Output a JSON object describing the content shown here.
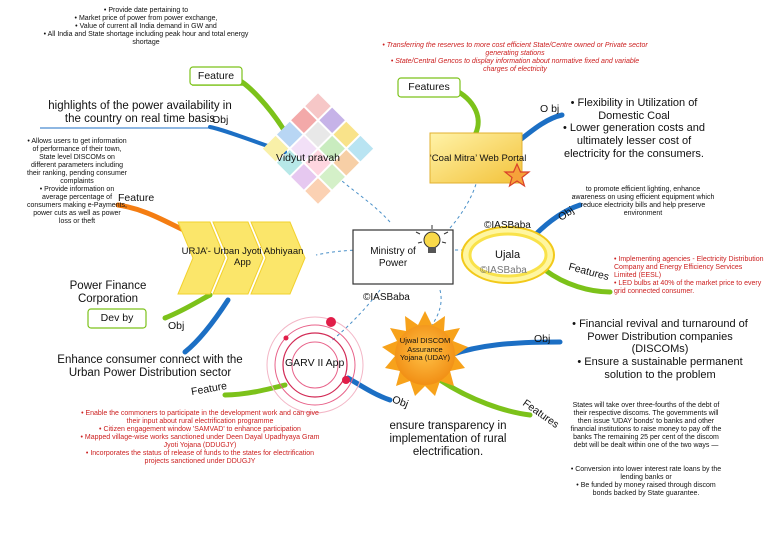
{
  "center": {
    "title": "Ministry of Power",
    "watermark": "©IASBaba"
  },
  "vidyut": {
    "title": "Vidyut pravah",
    "feature_label": "Feature",
    "feature_items": [
      "Provide date pertaining to",
      "Market price of power from power exchange,",
      "Value of current all India demand in GW and",
      "All India and State shortage including peak hour and total energy shortage"
    ],
    "obj_label": "Obj",
    "obj_text": "highlights of the power availability in the country on real time basis"
  },
  "coal": {
    "title": "‘Coal Mitra’ Web Portal",
    "features_label": "Features",
    "features_items": [
      "Transferring the reserves to more cost efficient State/Centre owned or Private sector generating stations",
      "State/Central Gencos to display information about normative fixed and variable charges of electricity"
    ],
    "obj_label": "O bj",
    "obj_items": [
      "Flexibility in Utilization of Domestic Coal",
      "Lower generation costs and ultimately lesser cost of electricity for the consumers."
    ]
  },
  "urja": {
    "title": "URJA’- Urban Jyoti Abhiyaan App",
    "feature_label": "Feature",
    "feature_items": [
      "Allows users to get information of performance of their town, State level DISCOMs on different parameters including their ranking, pending consumer complaints",
      "Provide information on average percentage of consumers making e-Payments, power cuts as well as power loss or theft"
    ],
    "dev_label": "Dev by",
    "dev_text": "Power Finance Corporation",
    "obj_label": "Obj",
    "obj_text": "Enhance consumer connect with the Urban Power Distribution sector"
  },
  "ujala": {
    "title": "Ujala",
    "watermark1": "©IASBaba",
    "watermark2": "©IASBaba",
    "obj_label": "Obj",
    "obj_text": "to promote efficient lighting, enhance awareness on using efficient equipment which reduce electricity bills and help preserve environment",
    "features_label": "Features",
    "features_items": [
      "Implementing agencies - Electricity Distribution Company and Energy Efficiency Services Limited (EESL)",
      "LED bulbs at 40% of the market price to every grid connected consumer."
    ]
  },
  "garv": {
    "title": "GARV II App",
    "feature_label": "Feature",
    "feature_items": [
      "Enable the commoners to participate in the development work and can give their input about rural electrification programme",
      "Citizen engagement window 'SAMVAD' to enhance participation",
      "Mapped village-wise works sanctioned under Deen Dayal Upadhyaya Gram Jyoti Yojana (DDUGJY)",
      "Incorporates the status of release of funds to the states for electrification projects sanctioned under DDUGJY"
    ],
    "obj_label": "Obj",
    "obj_text": "ensure transparency in implementation of rural electrification."
  },
  "uday": {
    "title": "Ujwal DISCOM Assurance Yojana (UDAY)",
    "obj_label": "Obj",
    "obj_items": [
      "Financial revival and turnaround of Power Distribution companies (DISCOMs)",
      "Ensure a sustainable permanent solution to the problem"
    ],
    "features_label": "Features",
    "features_intro": "States will take over three-fourths of the debt of their respective discoms. The governments will then issue 'UDAY bonds' to banks and other financial institutions to raise money to pay off the banks The remaining 25 per cent of the discom debt will be dealt within one of the two ways —",
    "features_items": [
      "Conversion into lower interest rate loans by the lending banks or",
      "Be funded by money raised through discom bonds backed by State guarantee."
    ]
  },
  "colors": {
    "green": "#7cc21a",
    "blue": "#1c6fc4",
    "orange": "#f47d12",
    "red": "#cc2020",
    "yellow": "#f5e542",
    "dash": "#4a90c8"
  }
}
